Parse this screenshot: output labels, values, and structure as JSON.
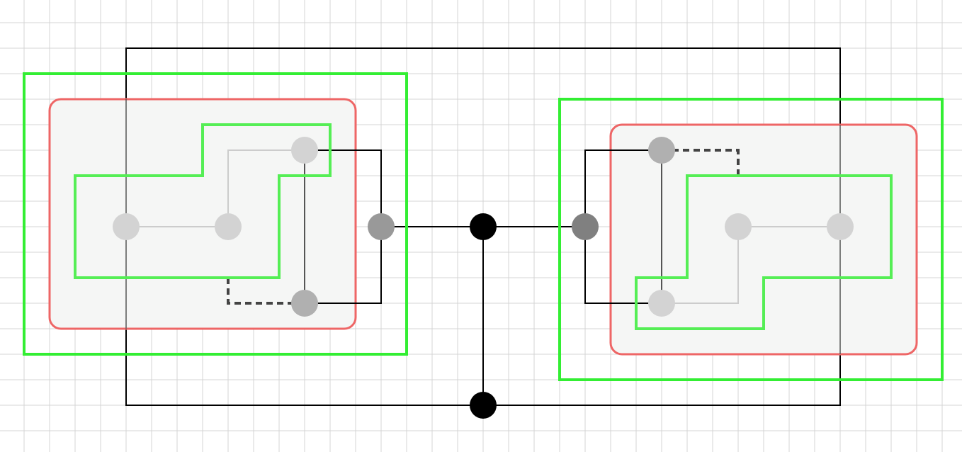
{
  "colors": {
    "background": "#ffffff",
    "grid": "#d4d4d4",
    "wire": "#000000",
    "inner_wire": "#555555",
    "faint_wire": "#cccccc",
    "dashed_wire": "#444444",
    "group_outline": "#33ee33",
    "region_outline": "#ee6666",
    "region_fill": "#f5f6f5",
    "shape_outline": "#55ee55",
    "node_black": "#000000",
    "node_light": "#d3d3d3",
    "node_mid": "#b0b0b0",
    "node_port_left": "#999999",
    "node_port_right": "#808080"
  },
  "diagram": {
    "groups": [
      {
        "id": "left-group",
        "region": "left-region",
        "shape": "left-shape"
      },
      {
        "id": "right-group",
        "region": "right-region",
        "shape": "right-shape"
      }
    ],
    "nodes": [
      {
        "id": "l-a",
        "kind": "light"
      },
      {
        "id": "l-b",
        "kind": "light"
      },
      {
        "id": "l-c",
        "kind": "light"
      },
      {
        "id": "l-d",
        "kind": "mid"
      },
      {
        "id": "l-port",
        "kind": "port-left"
      },
      {
        "id": "hub-top",
        "kind": "black"
      },
      {
        "id": "hub-bottom",
        "kind": "black"
      },
      {
        "id": "r-port",
        "kind": "port-right"
      },
      {
        "id": "r-a",
        "kind": "mid"
      },
      {
        "id": "r-b",
        "kind": "light"
      },
      {
        "id": "r-c",
        "kind": "light"
      },
      {
        "id": "r-d",
        "kind": "light"
      }
    ]
  }
}
